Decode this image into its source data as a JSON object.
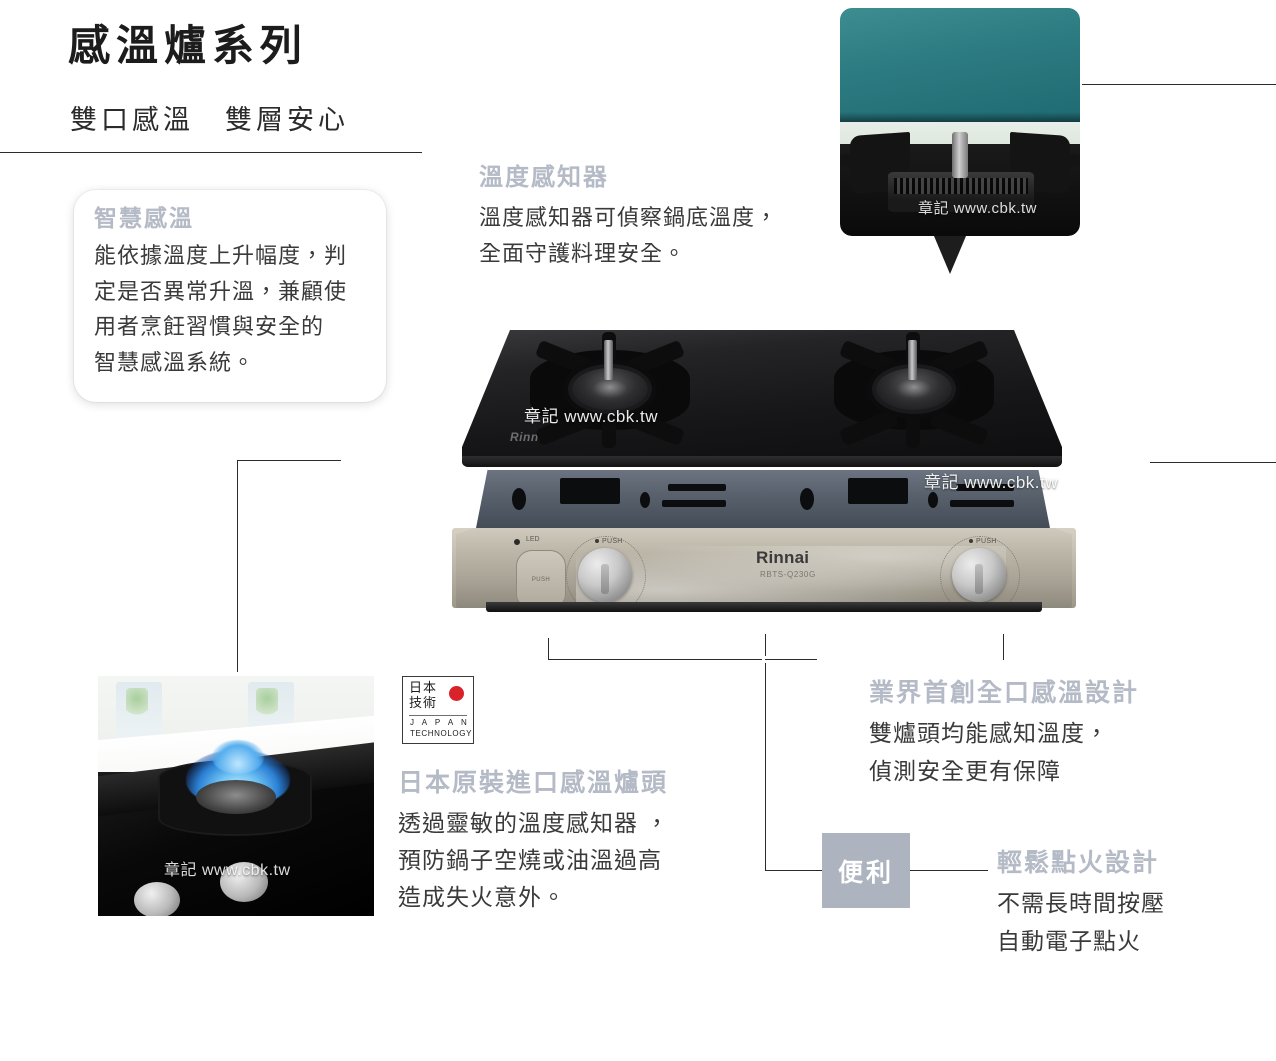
{
  "header": {
    "title": "感溫爐系列",
    "subtitle": "雙口感溫　雙層安心"
  },
  "callouts": {
    "smart_sensing": {
      "heading": "智慧感溫",
      "body_lines": [
        "能依據溫度上升幅度，判",
        "定是否異常升溫，兼顧使",
        "用者烹飪習慣與安全的",
        "智慧感溫系統。"
      ]
    },
    "temperature_sensor": {
      "heading": "溫度感知器",
      "body_lines": [
        "溫度感知器可偵察鍋底溫度，",
        "全面守護料理安全。"
      ]
    },
    "japan_burner": {
      "heading": "日本原裝進口感溫爐頭",
      "body_lines": [
        "透過靈敏的溫度感知器 ，",
        "預防鍋子空燒或油溫過高",
        "造成失火意外。"
      ]
    },
    "full_sensing": {
      "heading": "業界首創全口感溫設計",
      "body_lines": [
        "雙爐頭均能感知溫度，",
        "偵測安全更有保障"
      ]
    },
    "easy_ignition": {
      "heading": "輕鬆點火設計",
      "body_lines": [
        "不需長時間按壓",
        "自動電子點火"
      ]
    }
  },
  "badges": {
    "convenience": "便利",
    "japan_technology": {
      "kanji_line1": "日本",
      "kanji_line2": "技術",
      "english_line1": "J A P A N",
      "english_line2": "TECHNOLOGY"
    }
  },
  "product": {
    "brand": "Rinnai",
    "model": "RBTS-Q230G",
    "knob_label": "PUSH",
    "plate_label": "PUSH",
    "led_label": "LED"
  },
  "watermark": {
    "text": "章記 www.cbk.tw"
  },
  "colors": {
    "heading_gray_blue": "#b4bac6",
    "body_text": "#3a3a3a",
    "title_black": "#1c1c1c",
    "badge_background": "#aeb4bf",
    "connector_line": "#2b2b2b",
    "japan_flag_red": "#d8232a"
  }
}
